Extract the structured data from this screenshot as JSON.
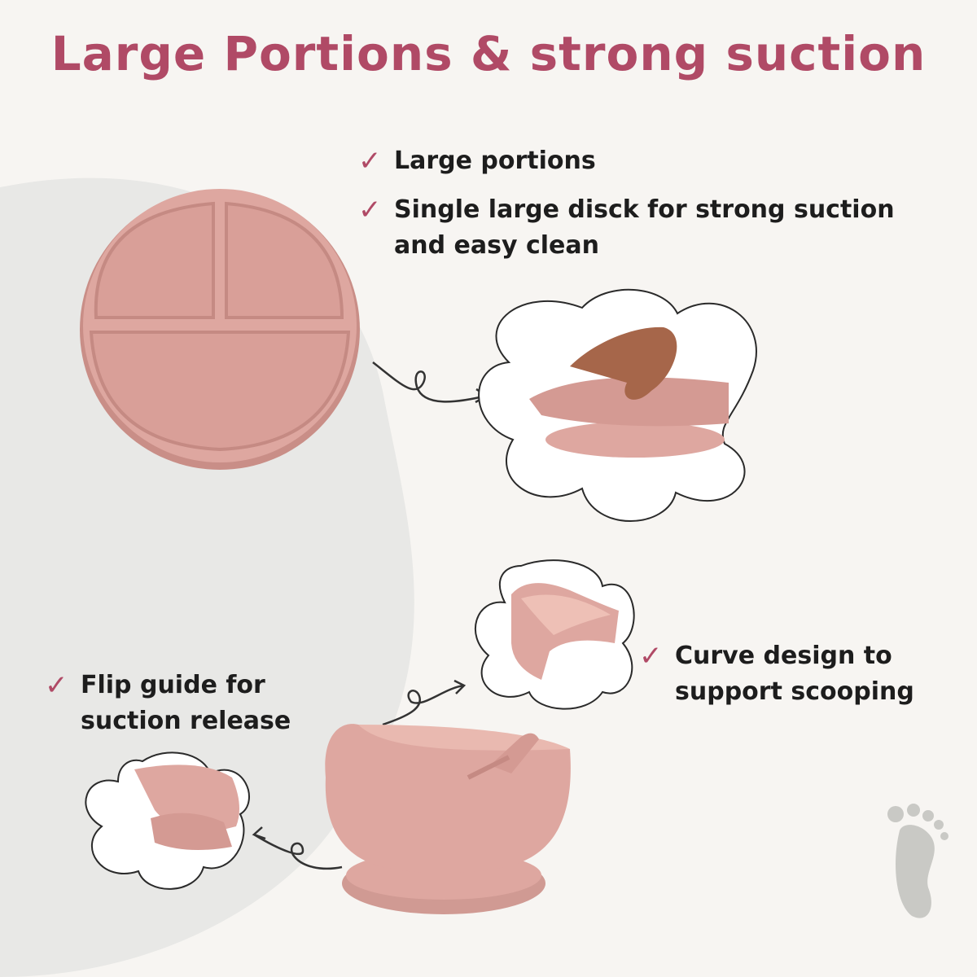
{
  "header": {
    "title": "Large Portions & strong suction"
  },
  "features": [
    {
      "text": "Large portions"
    },
    {
      "text": "Single large disck for strong suction\nand easy clean"
    },
    {
      "text": "Curve design to\nsupport scooping"
    },
    {
      "text": "Flip guide for\nsuction release"
    }
  ],
  "colors": {
    "accent": "#b04a66",
    "product": "#dea7a0",
    "product_shadow": "#c98e87",
    "background": "#f7f5f2",
    "background_shape": "#e6e6e4"
  },
  "icons": [
    "check-icon",
    "arrow-icon",
    "footprint-icon"
  ]
}
